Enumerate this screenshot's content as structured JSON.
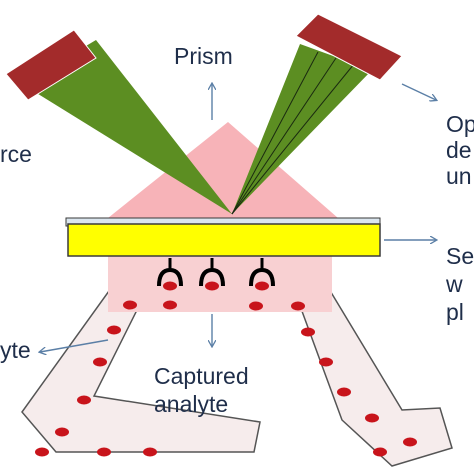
{
  "labels": {
    "prism": "Prism",
    "source": "rce",
    "detector_line1": "Op",
    "detector_line2": "de",
    "detector_line3": "un",
    "sensor_line1": "Se",
    "sensor_line2": "w",
    "sensor_line3": "pl",
    "analyte": "yte",
    "captured_line1": "Captured",
    "captured_line2": "analyte"
  },
  "colors": {
    "prism_fill": "#f7b3b8",
    "chip_fill": "#ffff00",
    "chip_stroke": "#3a3a3a",
    "glass_fill": "#dbe6ef",
    "flow_cell_fill": "#f8d0d2",
    "channel_fill": "#f6ecec",
    "channel_stroke": "#555555",
    "analyte_dot": "#c8141b",
    "beam_fill": "#5c8e22",
    "emitter_fill": "#a32b2b",
    "arrow_color": "#5b7fa6",
    "text_color": "#1f2e4a",
    "receptor_color": "#000000"
  },
  "icons": {
    "light_source": "light-source-block",
    "detector": "optical-detector-block",
    "receptor": "y-shaped-receptor-icon",
    "analyte": "red-oval-analyte-icon"
  }
}
